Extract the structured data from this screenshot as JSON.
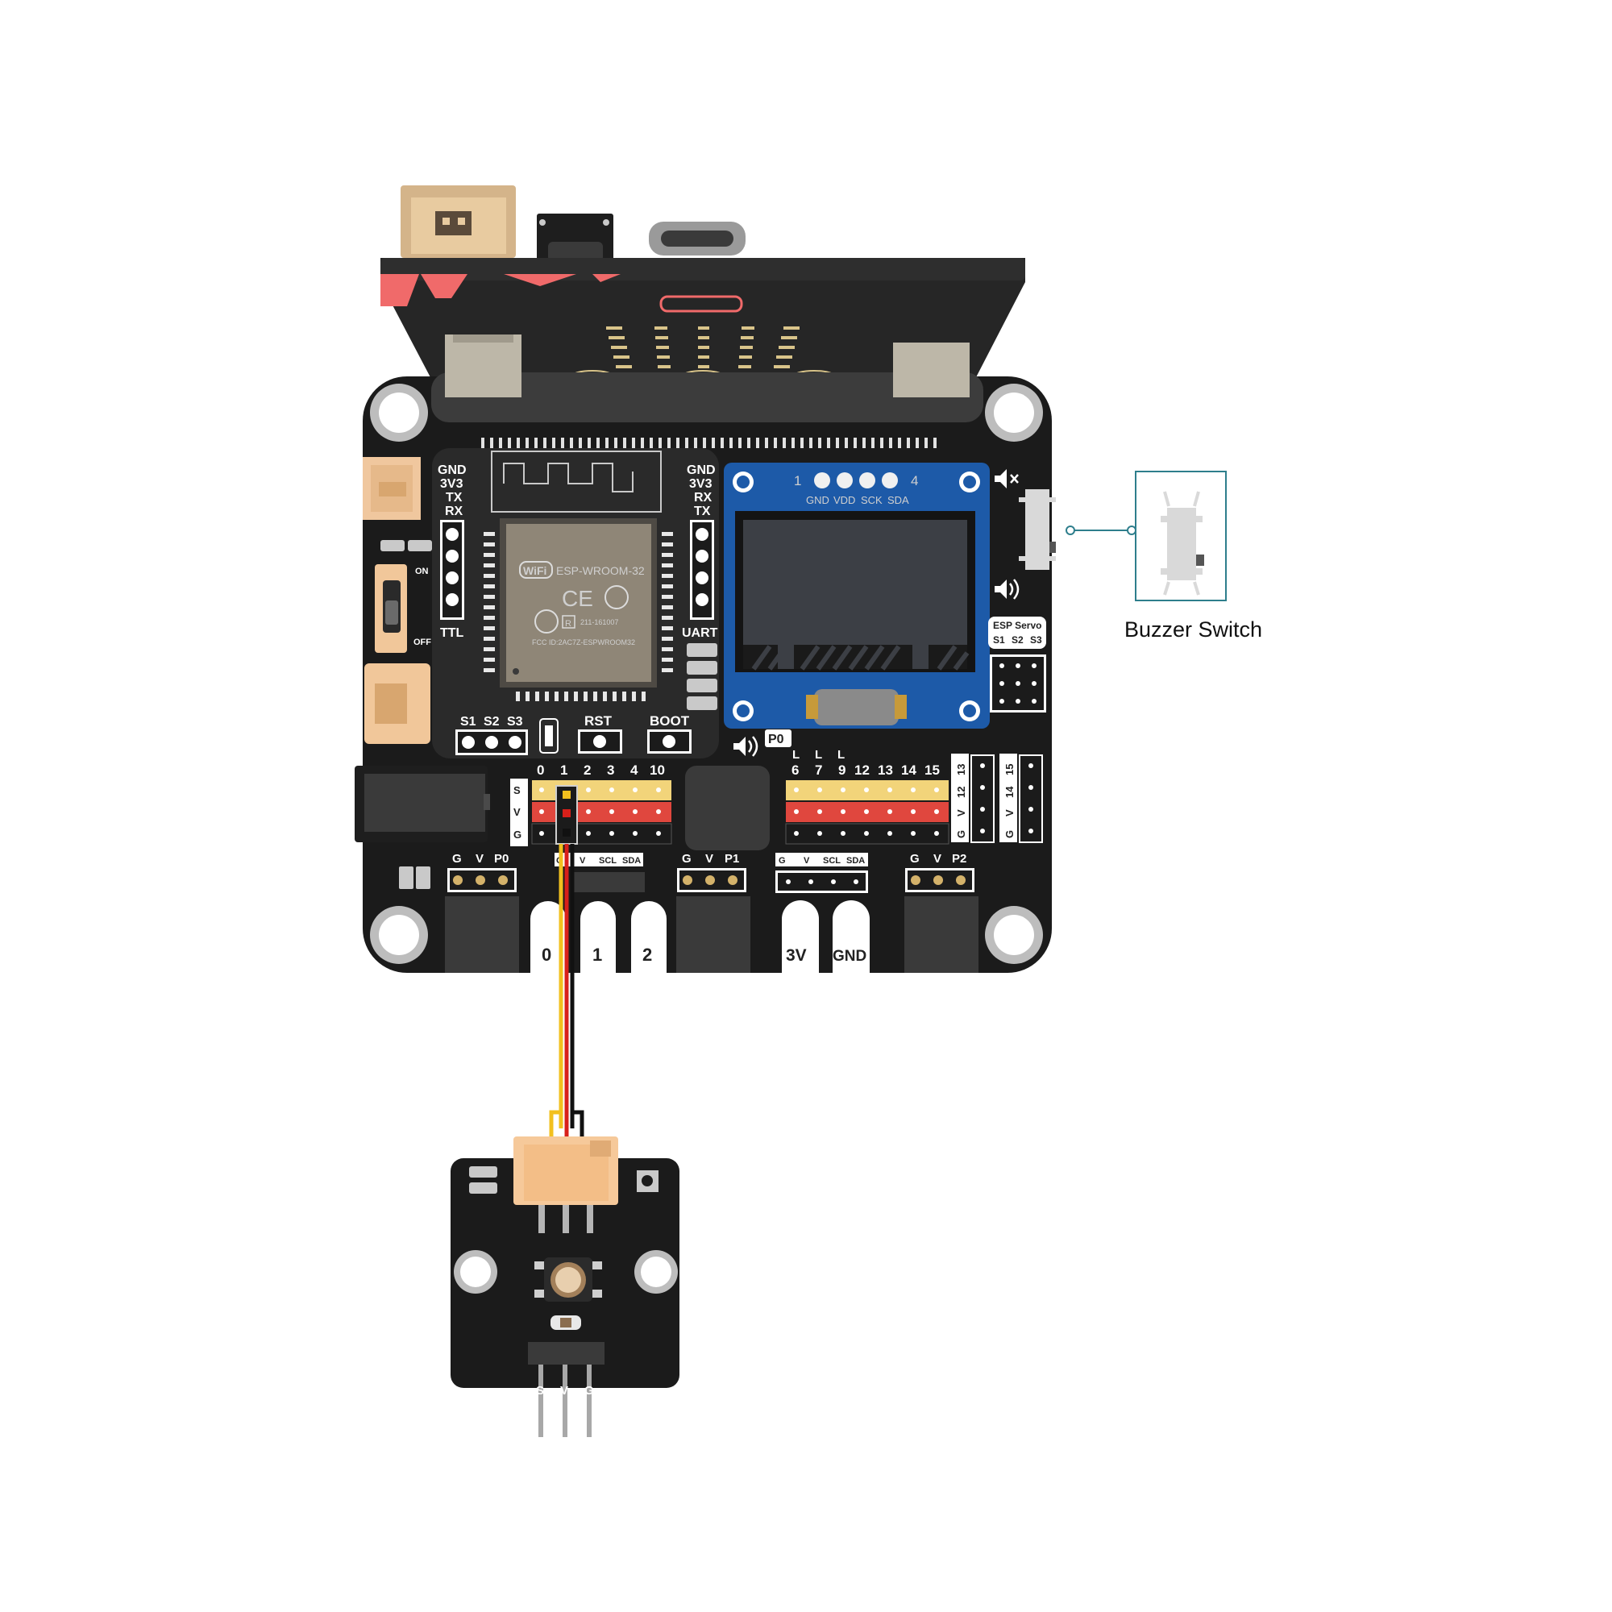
{
  "colors": {
    "board": "#1b1b1b",
    "header_yellow": "#f2d47a",
    "header_red": "#e0473e",
    "microbit_accent": "#f06a6a",
    "oled_blue": "#1d5aa8",
    "connector_beige": "#f6c99a",
    "wire_yellow": "#f2c01e",
    "wire_red": "#d8201a",
    "wire_black": "#111111",
    "callout_teal": "#2e7e8c"
  },
  "board": {
    "uart_ttl_left": [
      "GND",
      "3V3",
      "TX",
      "RX"
    ],
    "uart_ttl_right": [
      "GND",
      "3V3",
      "RX",
      "TX"
    ],
    "ttl_label": "TTL",
    "uart_label": "UART",
    "switch_on": "ON",
    "switch_off": "OFF",
    "servo_pins": [
      "S1",
      "S2",
      "S3"
    ],
    "rst_label": "RST",
    "boot_label": "BOOT",
    "esp_module": {
      "name": "ESP-WROOM-32",
      "wifi_badge": "WiFi",
      "ce_mark": "CE",
      "reg_number": "211-161007",
      "fcc_id": "FCC ID:2AC7Z-ESPWROOM32",
      "r_mark": "R"
    },
    "oled": {
      "pin_first": "1",
      "pin_last": "4",
      "pins": [
        "GND",
        "VDD",
        "SCK",
        "SDA"
      ]
    },
    "esp_servo": {
      "title": "ESP Servo",
      "pins": [
        "S1",
        "S2",
        "S3"
      ]
    },
    "p0_label": "P0",
    "gpio_left_numbers": [
      "0",
      "1",
      "2",
      "3",
      "4",
      "10"
    ],
    "gpio_right_numbers": [
      "6",
      "7",
      "9",
      "12",
      "13",
      "14",
      "15"
    ],
    "l_marks": [
      "L",
      "L",
      "L"
    ],
    "row_labels": [
      "S",
      "V",
      "G"
    ],
    "side_col_a": [
      "13",
      "12",
      "V",
      "G"
    ],
    "side_col_b": [
      "15",
      "14",
      "V",
      "G"
    ],
    "bottom_headers": [
      {
        "pins": [
          "G",
          "V",
          "P0"
        ]
      },
      {
        "pins": [
          "G",
          "V",
          "SCL",
          "SDA"
        ]
      },
      {
        "pins": [
          "G",
          "V",
          "P1"
        ]
      },
      {
        "pins": [
          "G",
          "V",
          "SCL",
          "SDA"
        ]
      },
      {
        "pins": [
          "G",
          "V",
          "P2"
        ]
      }
    ],
    "edge_pads": [
      "0",
      "1",
      "2",
      "3V",
      "GND"
    ]
  },
  "module": {
    "pin_labels": [
      "S",
      "V",
      "G"
    ]
  },
  "callout": {
    "label": "Buzzer Switch"
  }
}
